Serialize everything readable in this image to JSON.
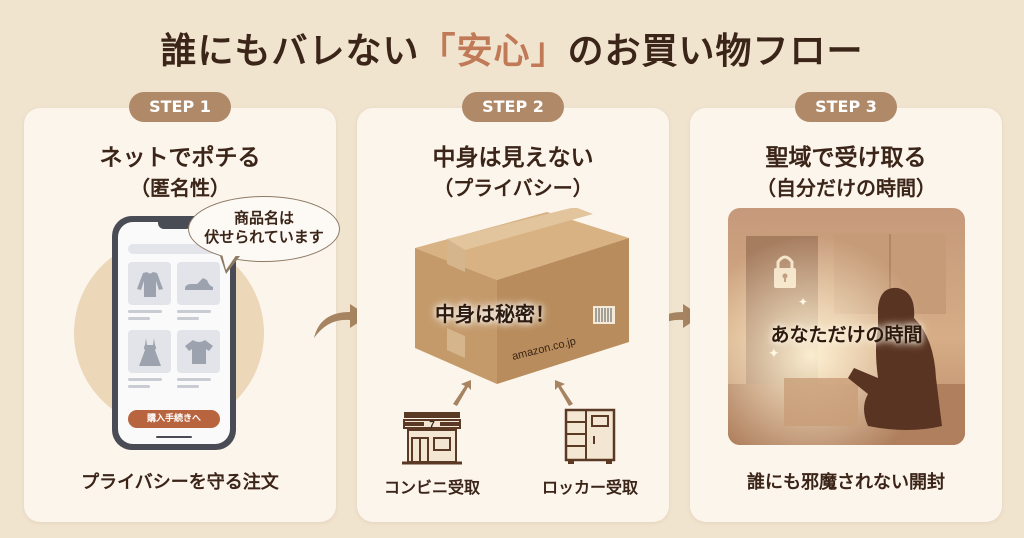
{
  "title": {
    "before": "誰にもバレない",
    "accent": "「安心」",
    "after": "のお買い物フロー",
    "accent_color": "#c07a58"
  },
  "colors": {
    "background": "#f1e4cf",
    "panel": "#fcf5ec",
    "badge": "#b08968",
    "text": "#3b2418",
    "buy_button": "#b8653f"
  },
  "steps": [
    {
      "badge": "STEP 1",
      "heading": "ネットでポチる",
      "sub": "（匿名性）",
      "caption": "プライバシーを守る注文",
      "bubble_line1": "商品名は",
      "bubble_line2": "伏せられています",
      "buy_button": "購入手続きへ",
      "items": [
        "sweater-icon",
        "shoe-icon",
        "dress-icon",
        "tshirt-icon"
      ]
    },
    {
      "badge": "STEP 2",
      "heading": "中身は見えない",
      "sub": "（プライバシー）",
      "box_label": "中身は秘密！",
      "box_brand": "amazon.co.jp",
      "pickup_options": [
        {
          "label": "コンビニ受取",
          "icon": "convenience-store-icon",
          "store_number": "7"
        },
        {
          "label": "ロッカー受取",
          "icon": "locker-icon"
        }
      ]
    },
    {
      "badge": "STEP 3",
      "heading": "聖域で受け取る",
      "sub": "（自分だけの時間）",
      "scene_text": "あなただけの時間",
      "caption": "誰にも邪魔されない開封"
    }
  ]
}
